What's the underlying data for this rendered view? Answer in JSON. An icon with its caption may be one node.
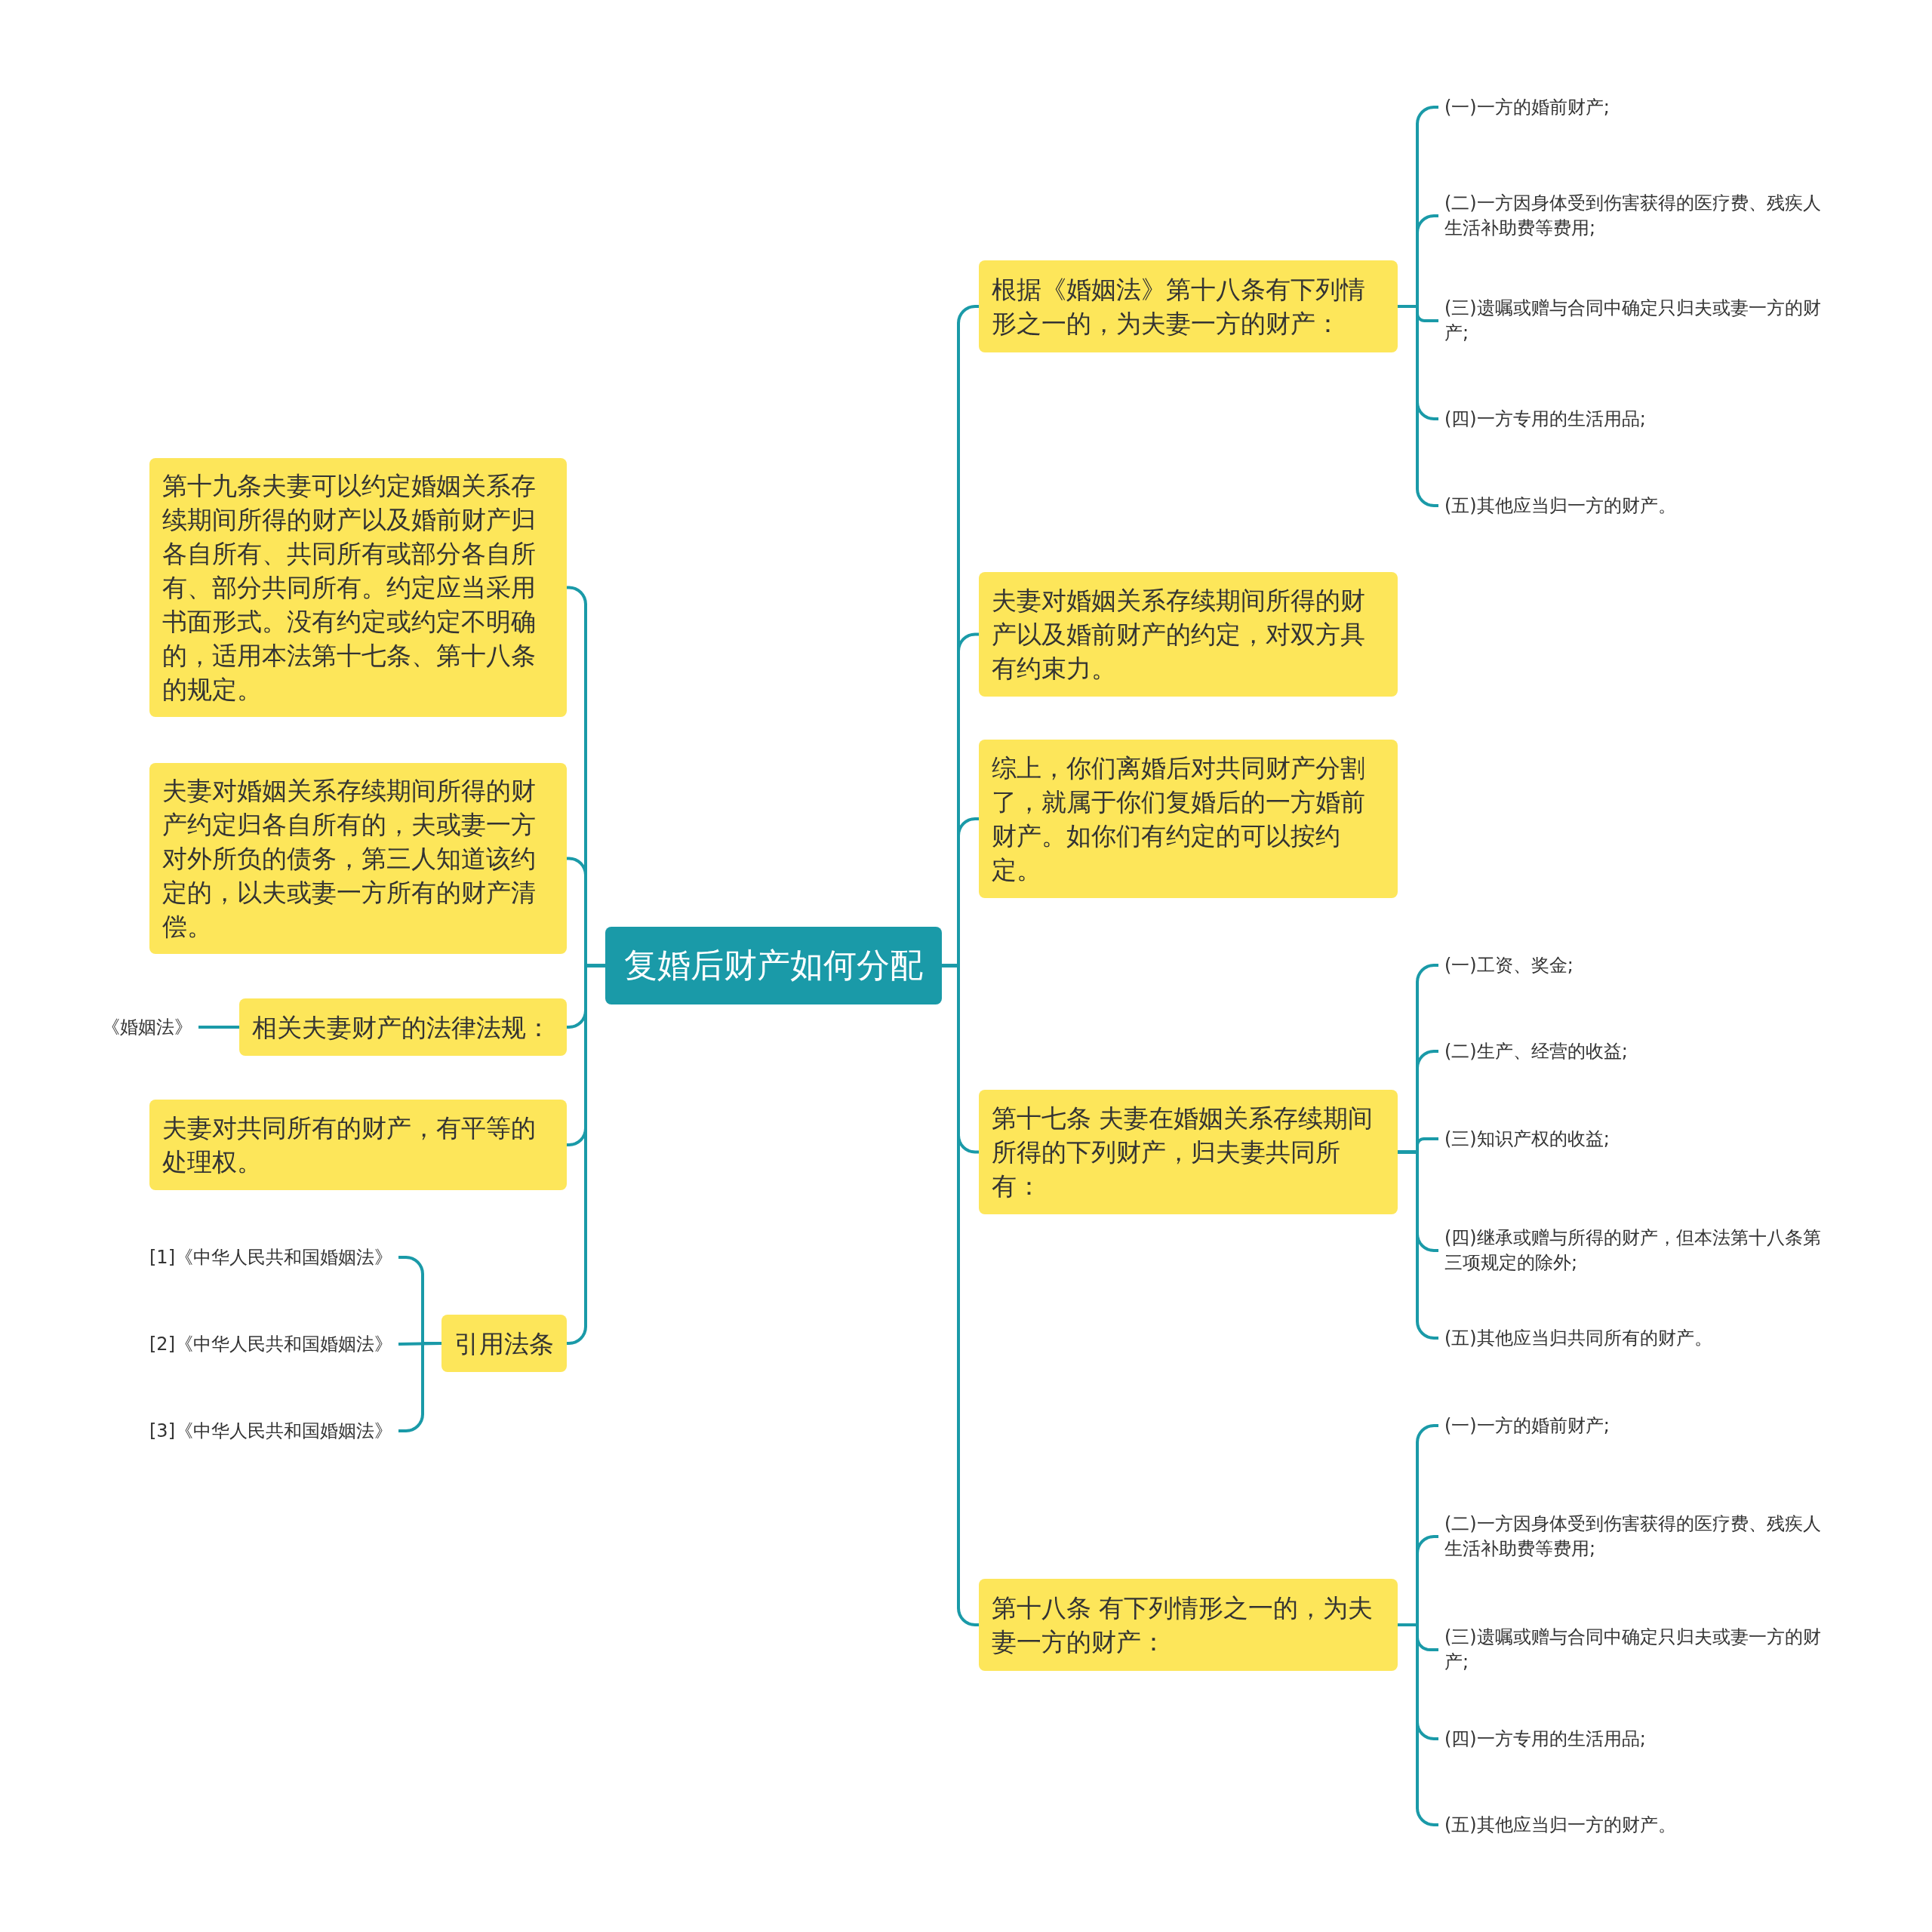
{
  "diagram": {
    "nodes": [
      {
        "text": [
          "复婚后财产如何分配"
        ]
      },
      {
        "text": [
          "根据《婚姻法》第十八条有下列情形之一的，为夫妻一方的财产："
        ]
      },
      {
        "text": [
          "(一)一方的婚前财产;"
        ]
      },
      {
        "text": [
          "(二)一方因身体受到伤害获得的医疗费、残疾人生活补助费等费用;"
        ]
      },
      {
        "text": [
          "(三)遗嘱或赠与合同中确定只归夫或妻一方的财产;"
        ]
      },
      {
        "text": [
          "(四)一方专用的生活用品;"
        ]
      },
      {
        "text": [
          "(五)其他应当归一方的财产。"
        ]
      },
      {
        "text": [
          "夫妻对婚姻关系存续期间所得的财产以及婚前财产的约定，对双方具有约束力。"
        ]
      },
      {
        "text": [
          "综上，你们离婚后对共同财产分割了，就属于你们复婚后的一方婚前财产。如你们有约定的可以按约定。"
        ]
      },
      {
        "text": [
          "第十七条 夫妻在婚姻关系存续期间所得的下列财产，归夫妻共同所有："
        ]
      },
      {
        "text": [
          "(一)工资、奖金;"
        ]
      },
      {
        "text": [
          "(二)生产、经营的收益;"
        ]
      },
      {
        "text": [
          "(三)知识产权的收益;"
        ]
      },
      {
        "text": [
          "(四)继承或赠与所得的财产，但本法第十八条第三项规定的除外;"
        ]
      },
      {
        "text": [
          "(五)其他应当归共同所有的财产。"
        ]
      },
      {
        "text": [
          "第十八条 有下列情形之一的，为夫妻一方的财产："
        ]
      },
      {
        "text": [
          "(一)一方的婚前财产;"
        ]
      },
      {
        "text": [
          "(二)一方因身体受到伤害获得的医疗费、残疾人生活补助费等费用;"
        ]
      },
      {
        "text": [
          "(三)遗嘱或赠与合同中确定只归夫或妻一方的财产;"
        ]
      },
      {
        "text": [
          "(四)一方专用的生活用品;"
        ]
      },
      {
        "text": [
          "(五)其他应当归一方的财产。"
        ]
      },
      {
        "text": [
          "第十九条夫妻可以约定婚姻关系存续期间所得的财产以及婚前财产归各自所有、共同所有或部分各自所有、部分共同所有。约定应当采用书面形式。没有约定或约定不明确的，适用本法第十七条、第十八条的规定。"
        ]
      },
      {
        "text": [
          "夫妻对婚姻关系存续期间所得的财产约定归各自所有的，夫或妻一方对外所负的债务，第三人知道该约定的，以夫或妻一方所有的财产清偿。"
        ]
      },
      {
        "text": [
          "相关夫妻财产的法律法规："
        ]
      },
      {
        "text": [
          "《婚姻法》"
        ]
      },
      {
        "text": [
          "夫妻对共同所有的财产，有平等的处理权。"
        ]
      },
      {
        "text": [
          "引用法条"
        ]
      },
      {
        "text": [
          "[1]《中华人民共和国婚姻法》"
        ]
      },
      {
        "text": [
          "[2]《中华人民共和国婚姻法》"
        ]
      },
      {
        "text": [
          "[3]《中华人民共和国婚姻法》"
        ]
      }
    ],
    "edges": [
      {
        "from": 0,
        "to": 1,
        "arrow": "none"
      },
      {
        "from": 0,
        "to": 7,
        "arrow": "none"
      },
      {
        "from": 0,
        "to": 8,
        "arrow": "none"
      },
      {
        "from": 0,
        "to": 9,
        "arrow": "none"
      },
      {
        "from": 0,
        "to": 15,
        "arrow": "none"
      },
      {
        "from": 0,
        "to": 21,
        "arrow": "none"
      },
      {
        "from": 0,
        "to": 22,
        "arrow": "none"
      },
      {
        "from": 0,
        "to": 23,
        "arrow": "none"
      },
      {
        "from": 0,
        "to": 25,
        "arrow": "none"
      },
      {
        "from": 0,
        "to": 26,
        "arrow": "none"
      },
      {
        "from": 1,
        "to": 2,
        "arrow": "none"
      },
      {
        "from": 1,
        "to": 3,
        "arrow": "none"
      },
      {
        "from": 1,
        "to": 4,
        "arrow": "none"
      },
      {
        "from": 1,
        "to": 5,
        "arrow": "none"
      },
      {
        "from": 1,
        "to": 6,
        "arrow": "none"
      },
      {
        "from": 9,
        "to": 10,
        "arrow": "none"
      },
      {
        "from": 9,
        "to": 11,
        "arrow": "none"
      },
      {
        "from": 9,
        "to": 12,
        "arrow": "none"
      },
      {
        "from": 9,
        "to": 13,
        "arrow": "none"
      },
      {
        "from": 9,
        "to": 14,
        "arrow": "none"
      },
      {
        "from": 15,
        "to": 16,
        "arrow": "none"
      },
      {
        "from": 15,
        "to": 17,
        "arrow": "none"
      },
      {
        "from": 15,
        "to": 18,
        "arrow": "none"
      },
      {
        "from": 15,
        "to": 19,
        "arrow": "none"
      },
      {
        "from": 15,
        "to": 20,
        "arrow": "none"
      },
      {
        "from": 23,
        "to": 24,
        "arrow": "none"
      },
      {
        "from": 26,
        "to": 27,
        "arrow": "none"
      },
      {
        "from": 26,
        "to": 28,
        "arrow": "none"
      },
      {
        "from": 26,
        "to": 29,
        "arrow": "none"
      }
    ]
  }
}
